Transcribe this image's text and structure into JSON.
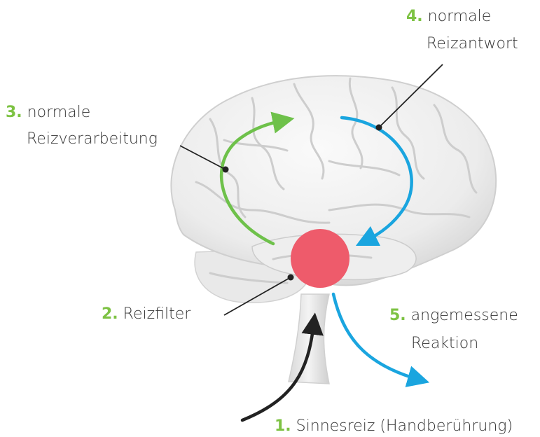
{
  "colors": {
    "green": "#6ec14a",
    "blue": "#1aa5df",
    "black": "#222222",
    "red_circle": "#ee5b6b",
    "number": "#7dc243",
    "brain_light": "#f1f1f1",
    "brain_shadow": "#c9c9c9"
  },
  "steps": [
    {
      "num": "1.",
      "text": "Sinnesreiz (Handberührung)"
    },
    {
      "num": "2.",
      "text": "Reizfilter"
    },
    {
      "num": "3.",
      "line1": "normale",
      "line2": "Reizverarbeitung"
    },
    {
      "num": "4.",
      "line1": "normale",
      "line2": "Reizantwort"
    },
    {
      "num": "5.",
      "line1": "angemessene",
      "line2": "Reaktion"
    }
  ]
}
